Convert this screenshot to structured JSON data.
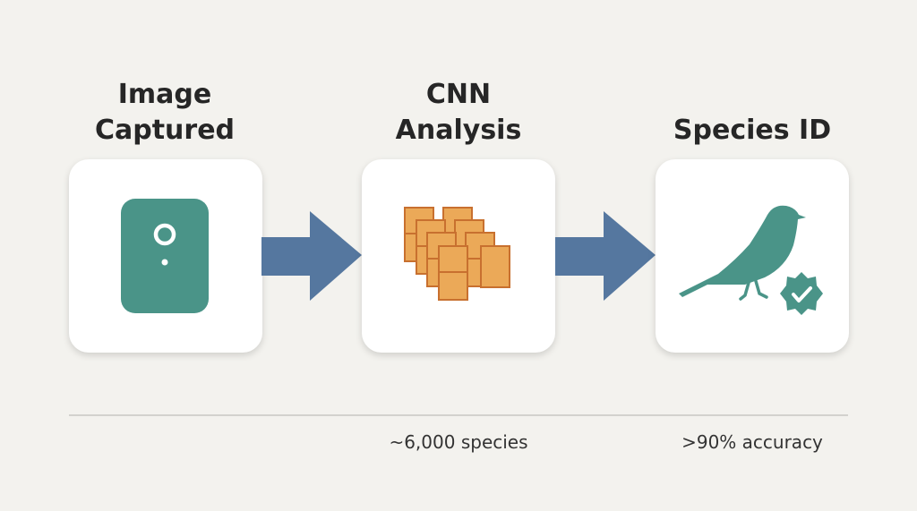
{
  "steps": [
    {
      "title_line1": "Image",
      "title_line2": "Captured",
      "icon": "camera-trap-icon"
    },
    {
      "title_line1": "CNN",
      "title_line2": "Analysis",
      "icon": "feature-maps-icon"
    },
    {
      "title_line1": "Species ID",
      "icon": "bird-verified-icon"
    }
  ],
  "notes": {
    "cnn": "~6,000 species",
    "species": ">90% accuracy"
  },
  "colors": {
    "background": "#f3f2ee",
    "teal": "#4a9488",
    "arrow": "#55779f",
    "tile_fill": "#eba958",
    "tile_stroke": "#c8702f"
  }
}
